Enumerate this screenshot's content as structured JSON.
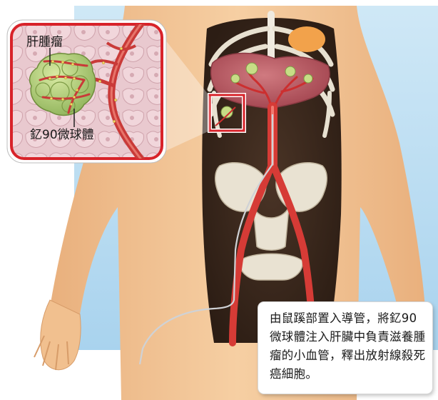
{
  "labels": {
    "tumor": "肝腫瘤",
    "microspheres": "釔90微球體"
  },
  "caption": "由鼠蹊部置入導管，將釔90微球體注入肝臟中負責滋養腫瘤的小血管，釋出放射線殺死癌細胞。",
  "colors": {
    "background_blue": "#bfe0f2",
    "skin": "#f3c697",
    "liver": "#b8505a",
    "artery": "#d63b36",
    "callout_border": "#d8232a",
    "tumor": "#a8c970",
    "microsphere": "#e8c75a"
  }
}
